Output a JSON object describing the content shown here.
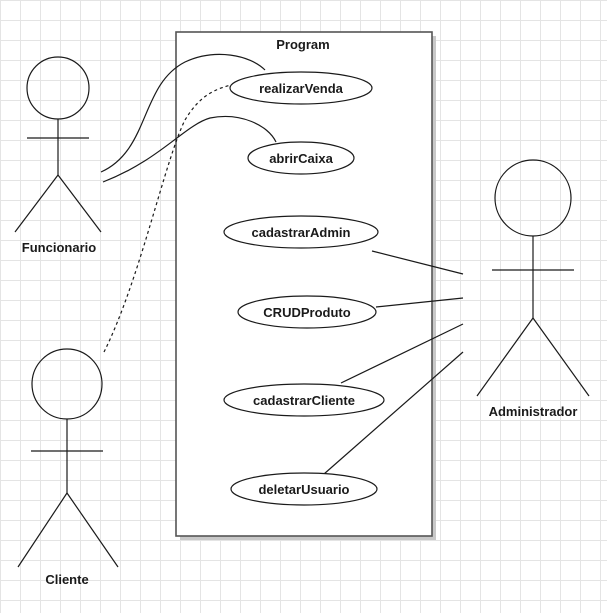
{
  "diagram": {
    "system_boundary": {
      "title": "Program"
    },
    "actors": {
      "funcionario": "Funcionario",
      "cliente": "Cliente",
      "administrador": "Administrador"
    },
    "use_cases": {
      "realizar_venda": "realizarVenda",
      "abrir_caixa": "abrirCaixa",
      "cadastrar_admin": "cadastrarAdmin",
      "crud_produto": "CRUDProduto",
      "cadastrar_cliente": "cadastrarCliente",
      "deletar_usuario": "deletarUsuario"
    }
  },
  "colors": {
    "line": "#1a1a1a",
    "shadow": "#c8c8c8",
    "grid": "#e4e4e4"
  }
}
